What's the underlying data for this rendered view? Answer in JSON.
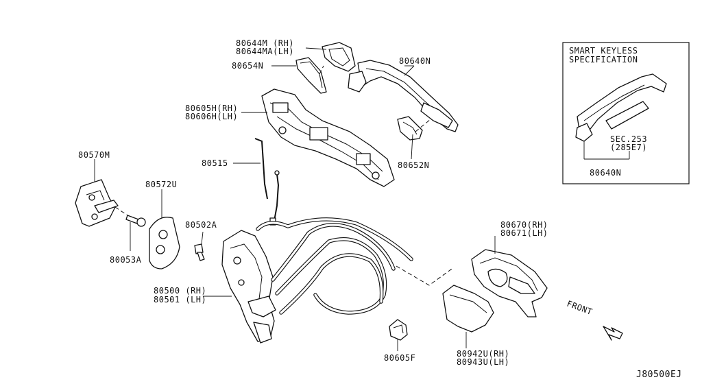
{
  "labels": {
    "p80644": [
      "80644M (RH)",
      "80644MA(LH)"
    ],
    "p80654N": "80654N",
    "p80640N": "80640N",
    "p80605H": [
      "80605H(RH)",
      "80606H(LH)"
    ],
    "p80652N": "80652N",
    "p80570M": "80570M",
    "p80572U": "80572U",
    "p80515": "80515",
    "p80502A": "80502A",
    "p80053A": "80053A",
    "p80500": [
      "80500 (RH)",
      "80501 (LH)"
    ],
    "p80670": [
      "80670(RH)",
      "80671(LH)"
    ],
    "p80605F": "80605F",
    "p80942U": [
      "80942U(RH)",
      "80943U(LH)"
    ]
  },
  "inset": {
    "title_lines": [
      "SMART KEYLESS",
      "SPECIFICATION"
    ],
    "sec_lines": [
      "SEC.253",
      "(285E7)"
    ],
    "part": "80640N"
  },
  "front_label": "FRONT",
  "diagram_code": "J80500EJ"
}
